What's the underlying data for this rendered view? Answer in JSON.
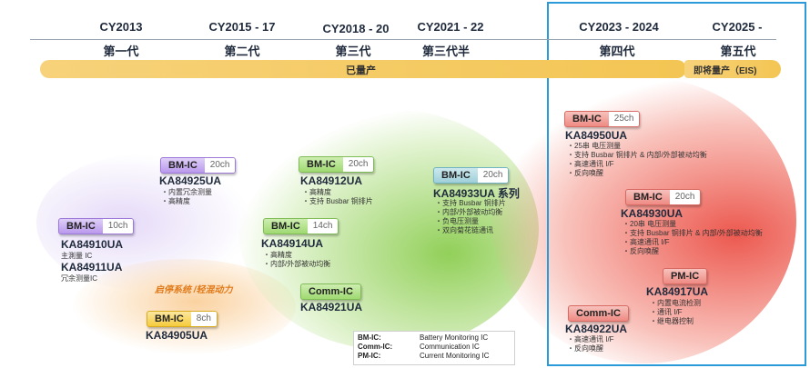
{
  "timeline": {
    "years": [
      "CY2013",
      "CY2015 - 17",
      "CY2018 - 20",
      "CY2021 - 22",
      "CY2023 - 2024",
      "CY2025 -"
    ],
    "generations": [
      "第一代",
      "第二代",
      "第三代",
      "第三代半",
      "第四代",
      "第五代"
    ],
    "status_bar_label": "已量产",
    "future_bar_label": "即将量产（EIS)"
  },
  "products": {
    "ka84910": {
      "chip_type": "BM-IC",
      "chip_ch": "10ch",
      "part1": "KA84910UA",
      "feat1": "主測量 IC",
      "part2": "KA84911UA",
      "feat2": "冗余测量IC"
    },
    "ka84925": {
      "chip_type": "BM-IC",
      "chip_ch": "20ch",
      "part": "KA84925UA",
      "features": [
        "・内置冗余测量",
        "・高精度"
      ]
    },
    "ka84905": {
      "chip_type": "BM-IC",
      "chip_ch": "8ch",
      "part": "KA84905UA",
      "area_label": "启停系统 /轻混动力"
    },
    "ka84912": {
      "chip_type": "BM-IC",
      "chip_ch": "20ch",
      "part": "KA84912UA",
      "features": [
        "・高精度",
        "・支持 Busbar 铜排片"
      ]
    },
    "ka84914": {
      "chip_type": "BM-IC",
      "chip_ch": "14ch",
      "part": "KA84914UA",
      "features": [
        "・高精度",
        "・内部/外部被动均衡"
      ]
    },
    "ka84921": {
      "chip_type": "Comm-IC",
      "part": "KA84921UA"
    },
    "ka84933": {
      "chip_type": "BM-IC",
      "chip_ch": "20ch",
      "part": "KA84933UA 系列",
      "features": [
        "・支持 Busbar 铜排片",
        "・内部/外部被动均衡",
        "・负电压测量",
        "・双向菊花链通讯"
      ]
    },
    "ka84950": {
      "chip_type": "BM-IC",
      "chip_ch": "25ch",
      "part": "KA84950UA",
      "features": [
        "・25串 电压测量",
        "・支持 Busbar 铜排片 & 内部/外部被动均衡",
        "・高速通讯 I/F",
        "・反向唤醒"
      ]
    },
    "ka84930": {
      "chip_type": "BM-IC",
      "chip_ch": "20ch",
      "part": "KA84930UA",
      "features": [
        "・20串 电压测量",
        "・支持 Busbar 铜排片 & 内部/外部被动均衡",
        "・高速通讯 I/F",
        "・反向唤醒"
      ]
    },
    "ka84917": {
      "chip_type": "PM-IC",
      "part": "KA84917UA",
      "features": [
        "・内置电流检测",
        "・通讯 I/F",
        "・继电器控制"
      ]
    },
    "ka84922": {
      "chip_type": "Comm-IC",
      "part": "KA84922UA",
      "features": [
        "・高速通讯 I/F",
        "・反向唤醒"
      ]
    }
  },
  "legend": [
    {
      "key": "BM-IC:",
      "value": "Battery Monitoring IC"
    },
    {
      "key": "Comm-IC:",
      "value": "Communication IC"
    },
    {
      "key": "PM-IC:",
      "value": "Current Monitoring IC"
    }
  ],
  "colors": {
    "purple": "#b998ec",
    "green": "#9fd971",
    "blue": "#9fcfd9",
    "red": "#ee8a83",
    "yellow": "#f5cb3d",
    "highlight": "#2a9bd8"
  }
}
